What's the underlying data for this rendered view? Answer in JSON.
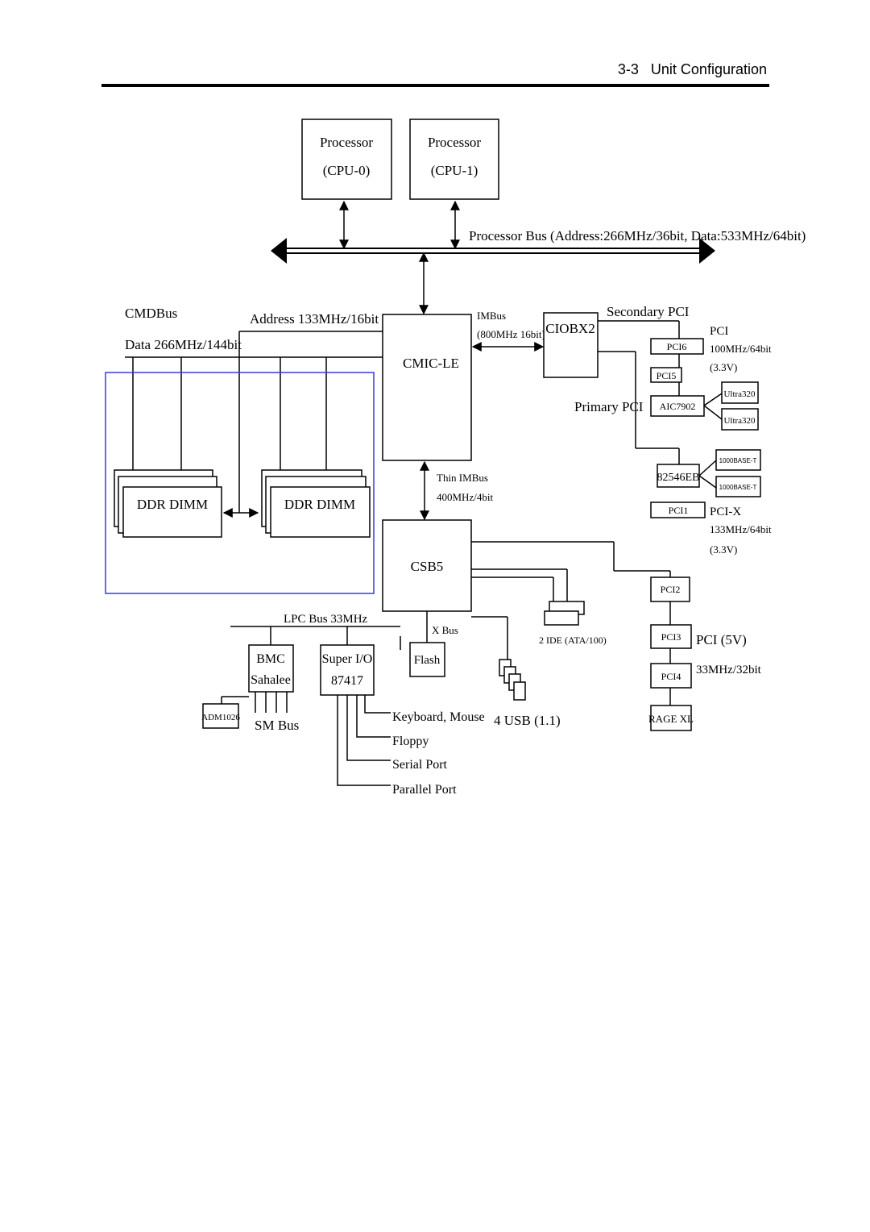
{
  "header": {
    "section": "3-3",
    "title": "Unit Configuration"
  },
  "diagram": {
    "cpu0": {
      "line1": "Processor",
      "line2": "(CPU-0)"
    },
    "cpu1": {
      "line1": "Processor",
      "line2": "(CPU-1)"
    },
    "processor_bus": "Processor Bus (Address:266MHz/36bit, Data:533MHz/64bit)",
    "cmdbus": "CMDBus",
    "data_bus": "Data 266MHz/144bit",
    "address_bus": "Address  133MHz/16bit",
    "cmic": "CMIC-LE",
    "imbus": "IMBus",
    "imbus_speed": "(800MHz 16bit)",
    "ciobx2": "CIOBX2",
    "secondary_pci": "Secondary PCI",
    "pci_label": "PCI",
    "pci_speed": "100MHz/64bit",
    "pci_voltage": "(3.3V)",
    "pci6": "PCI6",
    "pci5": "PCI5",
    "aic": "AIC7902",
    "ultra320_a": "Ultra320",
    "ultra320_b": "Ultra320",
    "primary_pci": "Primary PCI",
    "nic": "82546EB",
    "gbe_a": "1000BASE-T",
    "gbe_b": "1000BASE-T",
    "pci1": "PCI1",
    "pcix": "PCI-X",
    "pcix_speed": "133MHz/64bit",
    "pcix_voltage": "(3.3V)",
    "ddr_left": "DDR DIMM",
    "ddr_right": "DDR DIMM",
    "thin_imbus": "Thin IMBus",
    "thin_imbus_speed": "400MHz/4bit",
    "csb5": "CSB5",
    "pci2": "PCI2",
    "ide": "2 IDE (ATA/100)",
    "pci3": "PCI3",
    "pci_5v": "PCI (5V)",
    "pci4": "PCI4",
    "pci_33": "33MHz/32bit",
    "rage": "RAGE XL",
    "lpc": "LPC Bus 33MHz",
    "xbus": "X Bus",
    "flash": "Flash",
    "bmc": {
      "line1": "BMC",
      "line2": "Sahalee"
    },
    "superio": {
      "line1": "Super I/O",
      "line2": "87417"
    },
    "adm": "ADM1026",
    "smbus": "SM Bus",
    "usb": "4 USB (1.1)",
    "keyboard": "Keyboard, Mouse",
    "floppy": "Floppy",
    "serial": "Serial Port",
    "parallel": "Parallel Port"
  }
}
